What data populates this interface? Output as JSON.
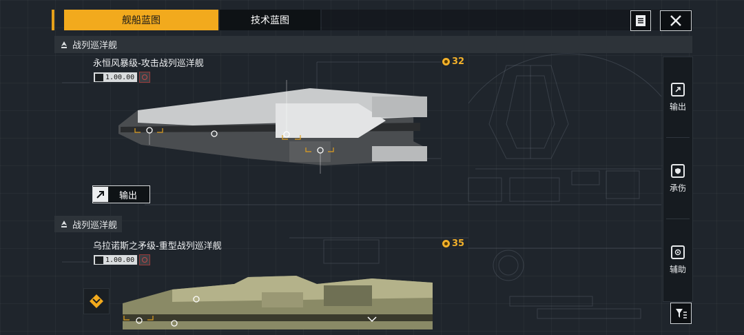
{
  "tabs": {
    "active": "舰船蓝图",
    "inactive": "技术蓝图"
  },
  "sections": [
    {
      "label": "战列巡洋舰"
    },
    {
      "label": "战列巡洋舰"
    }
  ],
  "ships": [
    {
      "name": "永恒风暴级-攻击战列巡洋舰",
      "cost": "32",
      "attr_value": "1.00.00"
    },
    {
      "name": "乌拉诺斯之矛级-重型战列巡洋舰",
      "cost": "35",
      "attr_value": "1.00.00"
    }
  ],
  "output_button": "输出",
  "right_panel": {
    "items": [
      {
        "label": "输出",
        "icon": "arrow-out-icon"
      },
      {
        "label": "承伤",
        "icon": "shield-icon"
      },
      {
        "label": "辅助",
        "icon": "support-icon"
      }
    ]
  },
  "colors": {
    "accent": "#f2aa1d",
    "cost": "#f3b12a",
    "background": "#1f252c"
  }
}
